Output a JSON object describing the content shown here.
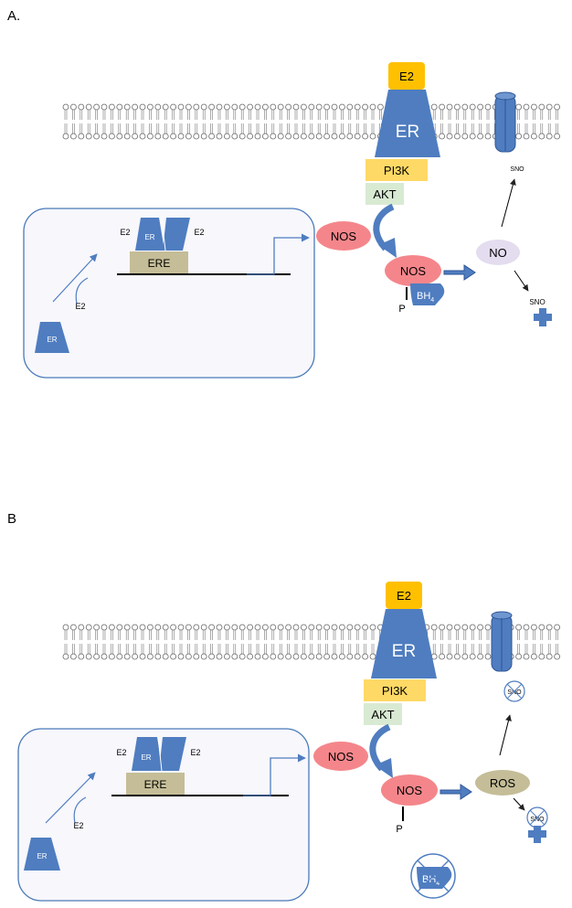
{
  "panels": [
    {
      "label": "A.",
      "receptor": {
        "ligand": "E2",
        "receptor": "ER",
        "kinase1": "PI3K",
        "kinase2": "AKT"
      },
      "nucleus": {
        "dimer_left_ligand": "E2",
        "dimer_right_ligand": "E2",
        "dimer_label": "ER",
        "element": "ERE",
        "free_ligand": "E2",
        "free_receptor": "ER"
      },
      "enzyme_inactive": "NOS",
      "enzyme_active": "NOS",
      "phospho": "P",
      "cofactor": "BH",
      "cofactor_sub": "4",
      "cofactor_crossed": false,
      "product": "NO",
      "channel_mod": "SNO",
      "protein_mod": "SNO",
      "crossed_mods": false
    },
    {
      "label": "B",
      "receptor": {
        "ligand": "E2",
        "receptor": "ER",
        "kinase1": "PI3K",
        "kinase2": "AKT"
      },
      "nucleus": {
        "dimer_left_ligand": "E2",
        "dimer_right_ligand": "E2",
        "dimer_label": "ER",
        "element": "ERE",
        "free_ligand": "E2",
        "free_receptor": "ER"
      },
      "enzyme_inactive": "NOS",
      "enzyme_active": "NOS",
      "phospho": "P",
      "cofactor": "BH",
      "cofactor_sub": "4",
      "cofactor_crossed": true,
      "product": "ROS",
      "channel_mod": "SNO",
      "protein_mod": "SNO",
      "crossed_mods": true
    }
  ],
  "colors": {
    "receptor_blue": "#4f7dc0",
    "receptor_blue_dark": "#3b65a8",
    "ligand": "#ffc000",
    "pi3k": "#ffd966",
    "akt": "#d9ead3",
    "nos": "#f4868b",
    "ere": "#c4bd97",
    "no": "#e4dcef",
    "ros": "#c4bd97",
    "nucleus_border": "#4a7ab8",
    "nucleus_fill": "#f7f7fc"
  }
}
